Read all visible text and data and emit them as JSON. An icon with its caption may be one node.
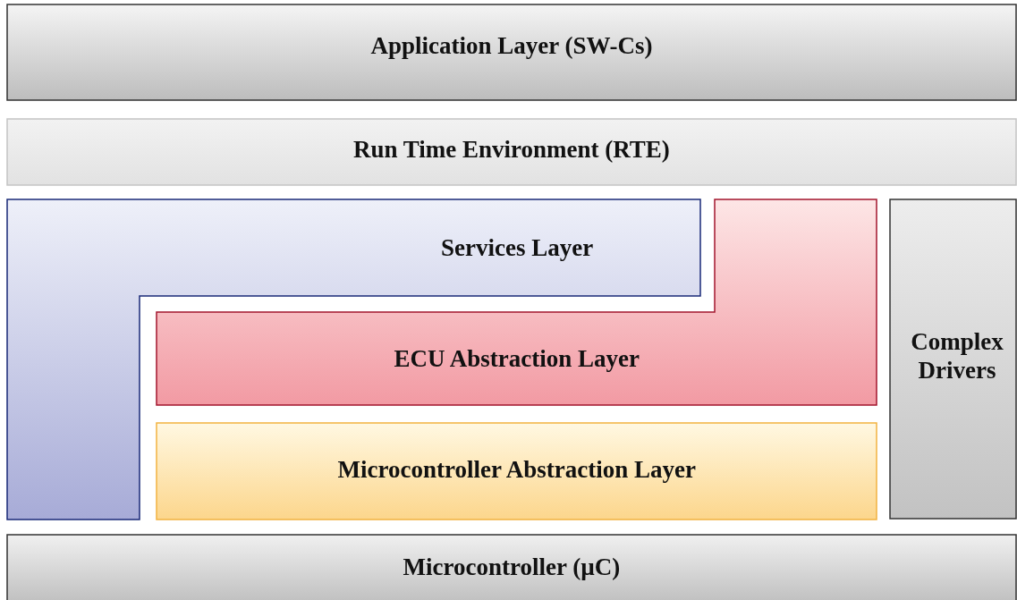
{
  "diagram": {
    "nodes": [
      {
        "text": [
          "Application Layer (SW-Cs)"
        ]
      },
      {
        "text": [
          "Run Time Environment (RTE)"
        ]
      },
      {
        "text": [
          "Services Layer"
        ]
      },
      {
        "text": [
          "ECU Abstraction Layer"
        ]
      },
      {
        "text": [
          "Microcontroller Abstraction Layer"
        ]
      },
      {
        "text": [
          "Complex Drivers"
        ]
      },
      {
        "text": [
          "Microcontroller (µC)"
        ]
      }
    ]
  }
}
